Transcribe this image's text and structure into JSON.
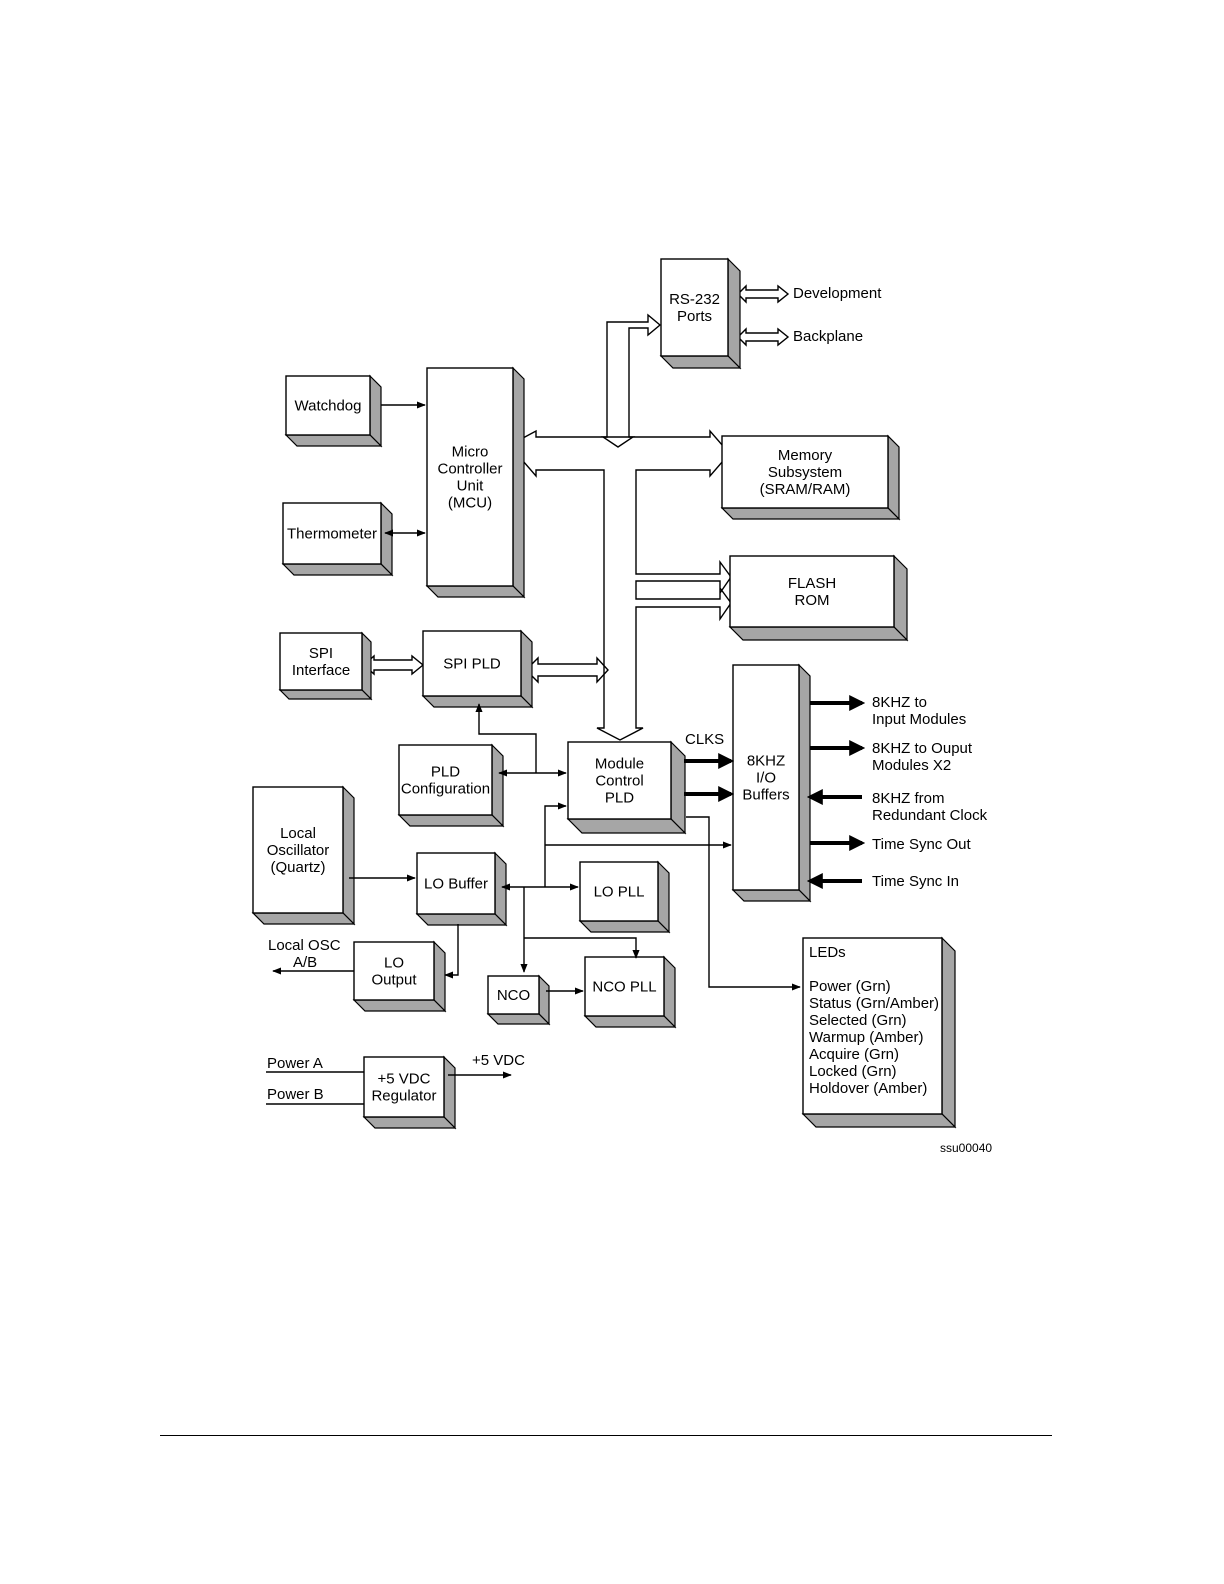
{
  "diagram": {
    "blocks": {
      "rs232": [
        "RS-232",
        "Ports"
      ],
      "watchdog": [
        "Watchdog"
      ],
      "mcu": [
        "Micro",
        "Controller",
        "Unit",
        "(MCU)"
      ],
      "memory": [
        "Memory",
        "Subsystem",
        "(SRAM/RAM)"
      ],
      "thermometer": [
        "Thermometer"
      ],
      "flash": [
        "FLASH",
        "ROM"
      ],
      "spi_interface": [
        "SPI",
        "Interface"
      ],
      "spi_pld": [
        "SPI PLD"
      ],
      "io_buffers": [
        "8KHZ",
        "I/O",
        "Buffers"
      ],
      "pld_config": [
        "PLD",
        "Configuration"
      ],
      "module_control": [
        "Module",
        "Control",
        "PLD"
      ],
      "local_osc": [
        "Local",
        "Oscillator",
        "(Quartz)"
      ],
      "lo_buffer": [
        "LO Buffer"
      ],
      "lo_pll": [
        "LO PLL"
      ],
      "lo_output": [
        "LO",
        "Output"
      ],
      "nco": [
        "NCO"
      ],
      "nco_pll": [
        "NCO PLL"
      ],
      "regulator": [
        "+5 VDC",
        "Regulator"
      ],
      "leds": [
        "LEDs",
        "",
        "Power (Grn)",
        "Status (Grn/Amber)",
        "Selected (Grn)",
        "Warmup (Amber)",
        "Acquire (Grn)",
        "Locked (Grn)",
        "Holdover (Amber)"
      ]
    },
    "labels": {
      "development": "Development",
      "backplane": "Backplane",
      "clks": "CLKS",
      "out_input_modules": [
        "8KHZ to",
        "Input Modules"
      ],
      "out_output_modules": [
        "8KHZ to Ouput",
        "Modules X2"
      ],
      "in_redundant": [
        "8KHZ from",
        "Redundant Clock"
      ],
      "time_sync_out": "Time Sync Out",
      "time_sync_in": "Time Sync In",
      "local_osc_ab": [
        "Local OSC",
        "A/B"
      ],
      "power_a": "Power A",
      "power_b": "Power B",
      "plus5vdc": "+5 VDC",
      "figure_id": "ssu00040"
    }
  }
}
